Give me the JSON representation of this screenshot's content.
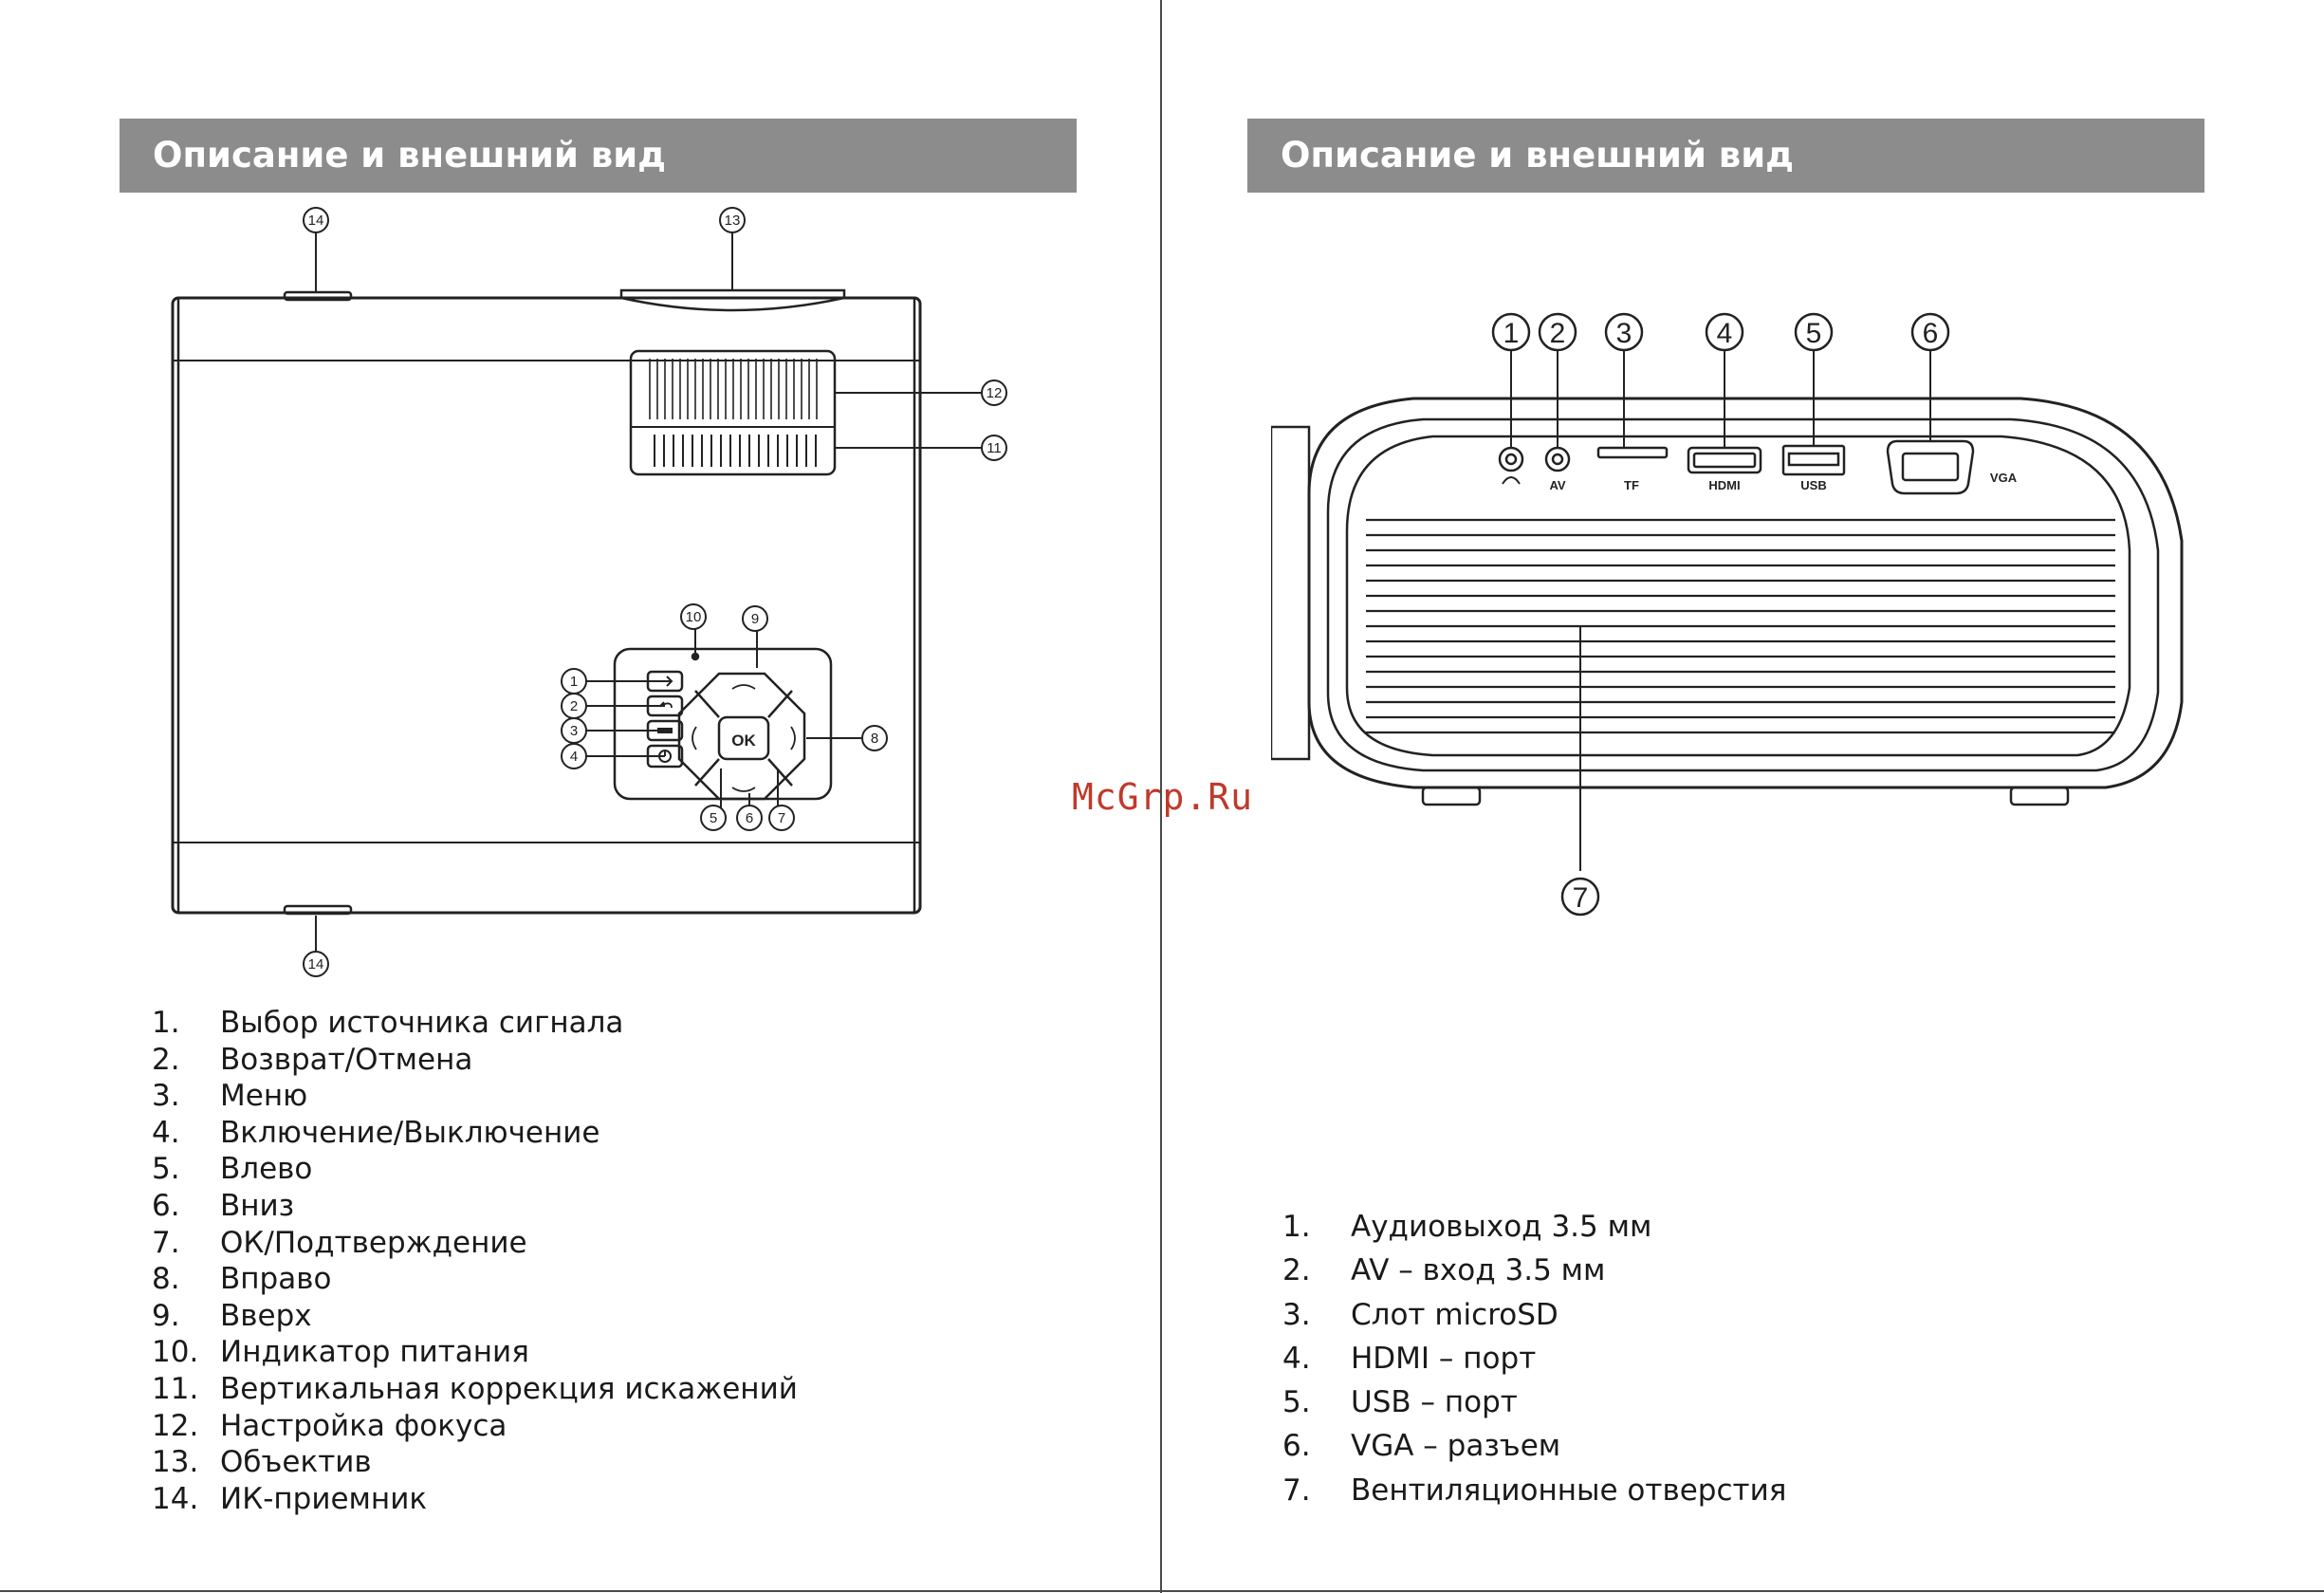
{
  "left_page": {
    "header": "Описание и внешний вид",
    "callouts": {
      "c1": "1",
      "c2": "2",
      "c3": "3",
      "c4": "4",
      "c5": "5",
      "c6": "6",
      "c7": "7",
      "c8": "8",
      "c9": "9",
      "c10": "10",
      "c11": "11",
      "c12": "12",
      "c13": "13",
      "c14": "14"
    },
    "ok_label": "OK",
    "items": [
      {
        "num": "1.",
        "text": "Выбор источника сигнала"
      },
      {
        "num": "2.",
        "text": "Возврат/Отмена"
      },
      {
        "num": "3.",
        "text": "Меню"
      },
      {
        "num": "4.",
        "text": "Включение/Выключение"
      },
      {
        "num": "5.",
        "text": "Влево"
      },
      {
        "num": "6.",
        "text": "Вниз"
      },
      {
        "num": "7.",
        "text": "ОК/Подтверждение"
      },
      {
        "num": "8.",
        "text": "Вправо"
      },
      {
        "num": "9.",
        "text": "Вверх"
      },
      {
        "num": "10.",
        "text": "Индикатор питания"
      },
      {
        "num": "11.",
        "text": "Вертикальная коррекция искажений"
      },
      {
        "num": "12.",
        "text": "Настройка фокуса"
      },
      {
        "num": "13.",
        "text": "Объектив"
      },
      {
        "num": "14.",
        "text": "ИК-приемник"
      }
    ]
  },
  "right_page": {
    "header": "Описание и внешний вид",
    "callouts": {
      "c1": "1",
      "c2": "2",
      "c3": "3",
      "c4": "4",
      "c5": "5",
      "c6": "6",
      "c7": "7"
    },
    "port_labels": {
      "av": "AV",
      "tf": "TF",
      "hdmi": "HDMI",
      "usb": "USB",
      "vga": "VGA"
    },
    "items": [
      {
        "num": "1.",
        "text": "Аудиовыход 3.5 мм"
      },
      {
        "num": "2.",
        "text": "AV – вход 3.5 мм"
      },
      {
        "num": "3.",
        "text": "Слот microSD"
      },
      {
        "num": "4.",
        "text": "HDMI – порт"
      },
      {
        "num": "5.",
        "text": "USB – порт"
      },
      {
        "num": "6.",
        "text": "VGA – разъем"
      },
      {
        "num": "7.",
        "text": "Вентиляционные отверстия"
      }
    ]
  },
  "watermark": "McGrp.Ru"
}
